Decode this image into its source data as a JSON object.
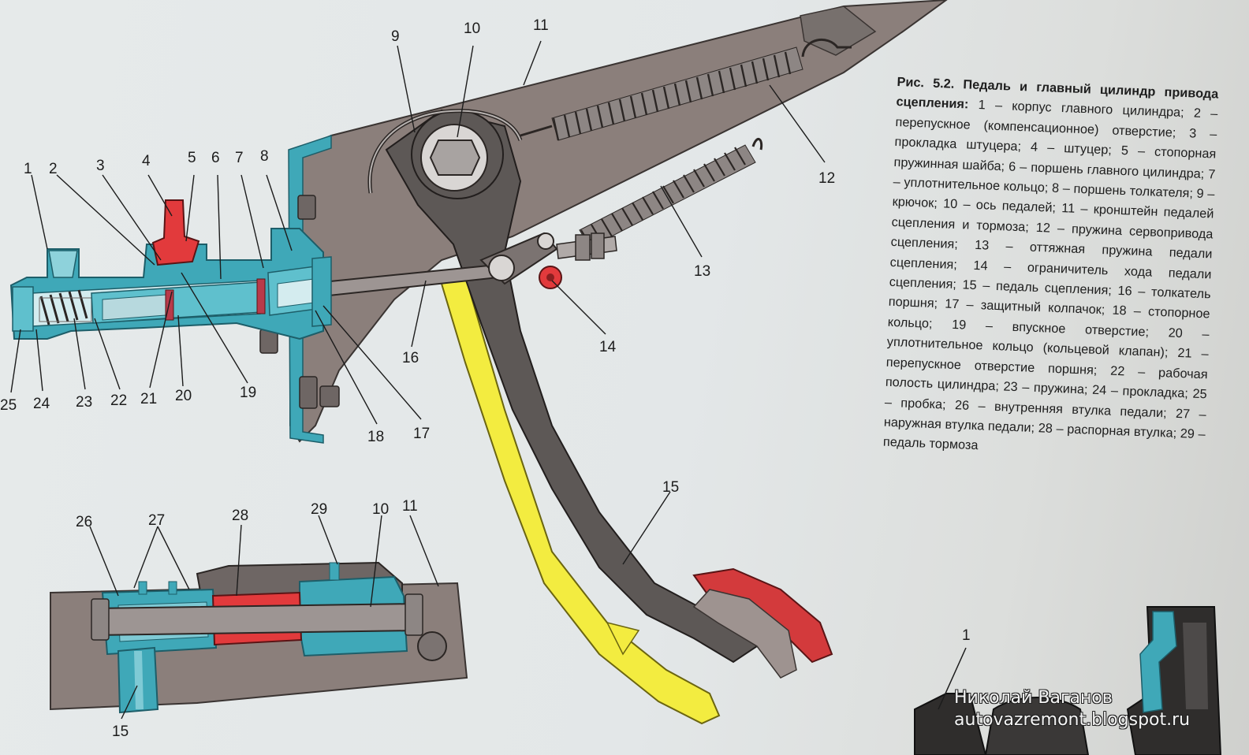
{
  "figure": {
    "caption_title": "Рис. 5.2. Педаль и главный цилиндр привода сцепления:",
    "caption_text": "1 – корпус главного цилиндра; 2 – перепускное (компенсационное) отверстие; 3 – прокладка штуцера; 4 – штуцер; 5 – стопорная пружинная шайба; 6 – поршень главного цилиндра; 7 – уплотнительное кольцо; 8 – поршень толкателя; 9 – крючок; 10 – ось педалей; 11 – кронштейн педалей сцепления и тормоза; 12 – пружина сервопривода сцепления; 13 – оттяжная пружина педали сцепления; 14 – ограничитель хода педали сцепления; 15 – педаль сцепления; 16 – толкатель поршня; 17 – защитный колпачок; 18 – стопорное кольцо; 19 – впускное отверстие; 20 – уплотнительное кольцо (кольцевой клапан); 21 – перепускное отверстие поршня; 22 – рабочая полость цилиндра; 23 – пружина; 24 – прокладка; 25 – пробка; 26 – внутренняя втулка педали; 27 – наружная втулка педали; 28 – распорная втулка; 29 – педаль тормоза"
  },
  "callouts": {
    "n1": "1",
    "n2": "2",
    "n3": "3",
    "n4": "4",
    "n5": "5",
    "n6": "6",
    "n7": "7",
    "n8": "8",
    "n9": "9",
    "n10": "10",
    "n11": "11",
    "n12": "12",
    "n13": "13",
    "n14": "14",
    "n15": "15",
    "n16": "16",
    "n17": "17",
    "n18": "18",
    "n19": "19",
    "n20": "20",
    "n21": "21",
    "n22": "22",
    "n23": "23",
    "n24": "24",
    "n25": "25",
    "n26": "26",
    "n27": "27",
    "n28": "28",
    "n29": "29"
  },
  "inset": {
    "n10": "10",
    "n11": "11",
    "n15": "15",
    "n1": "1"
  },
  "watermark": {
    "author": "Николай Ваганов",
    "site": "autovazremont.blogspot.ru"
  },
  "colors": {
    "cylinder_cyan": "#3fa8b8",
    "bracket_gray": "#8b7f7b",
    "pedal_gray": "#5d5856",
    "brake_pedal_yellow": "#f3ec40",
    "fitting_red": "#e23a3c",
    "pad_red": "#d33a3c"
  }
}
